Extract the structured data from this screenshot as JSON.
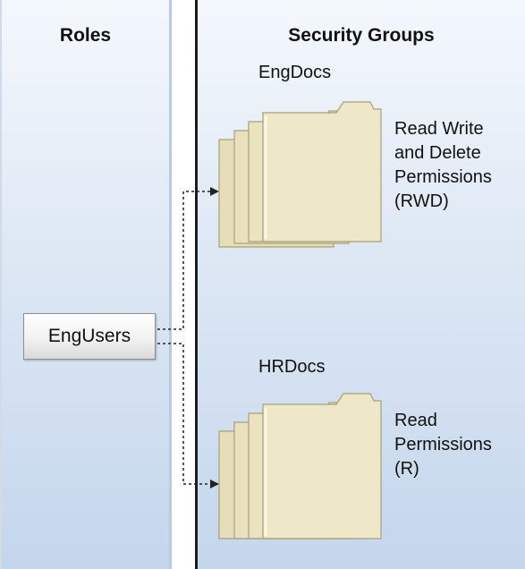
{
  "roles_column": {
    "title": "Roles"
  },
  "groups_column": {
    "title": "Security Groups"
  },
  "role": {
    "label": "EngUsers"
  },
  "groups": [
    {
      "name": "EngDocs",
      "permissions": [
        "Read Write",
        "and Delete",
        "Permissions",
        "(RWD)"
      ]
    },
    {
      "name": "HRDocs",
      "permissions": [
        "Read",
        "Permissions",
        "(R)"
      ]
    }
  ],
  "colors": {
    "folder_fill": "#ede5c3",
    "folder_edge": "#b0a67e",
    "panel_top": "#f4f8fd",
    "panel_bottom": "#c4d6ec",
    "connector": "#222222"
  },
  "icons": [
    "folder-stack-icon",
    "arrow-right-icon"
  ]
}
